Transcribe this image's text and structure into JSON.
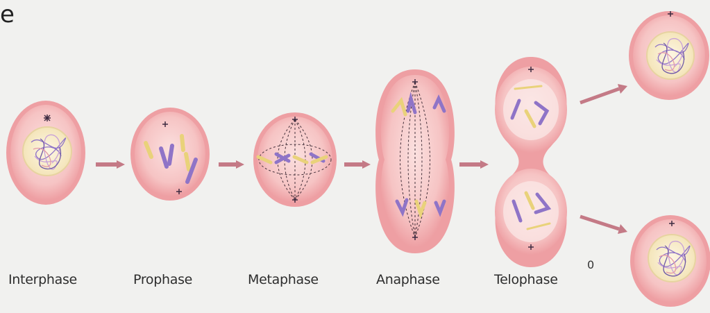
{
  "corner_text": "e",
  "stray_mark": "0",
  "phases": {
    "interphase": "Interphase",
    "prophase": "Prophase",
    "metaphase": "Metaphase",
    "anaphase": "Anaphase",
    "telophase": "Telophase"
  },
  "colors": {
    "background": "#f1f1ef",
    "cell_outer": "#f0a4a6",
    "cell_inner": "#f9d6d6",
    "membrane": "#e5898d",
    "nucleus": "#fbf3dc",
    "chromosome_purple": "#8f74c7",
    "chromosome_yellow": "#e9d27a",
    "arrow": "#c47a86",
    "spindle": "#44303a"
  },
  "icons": [
    "centrosome-star",
    "chromatin-tangle",
    "spindle-fibers",
    "arrow-right"
  ]
}
